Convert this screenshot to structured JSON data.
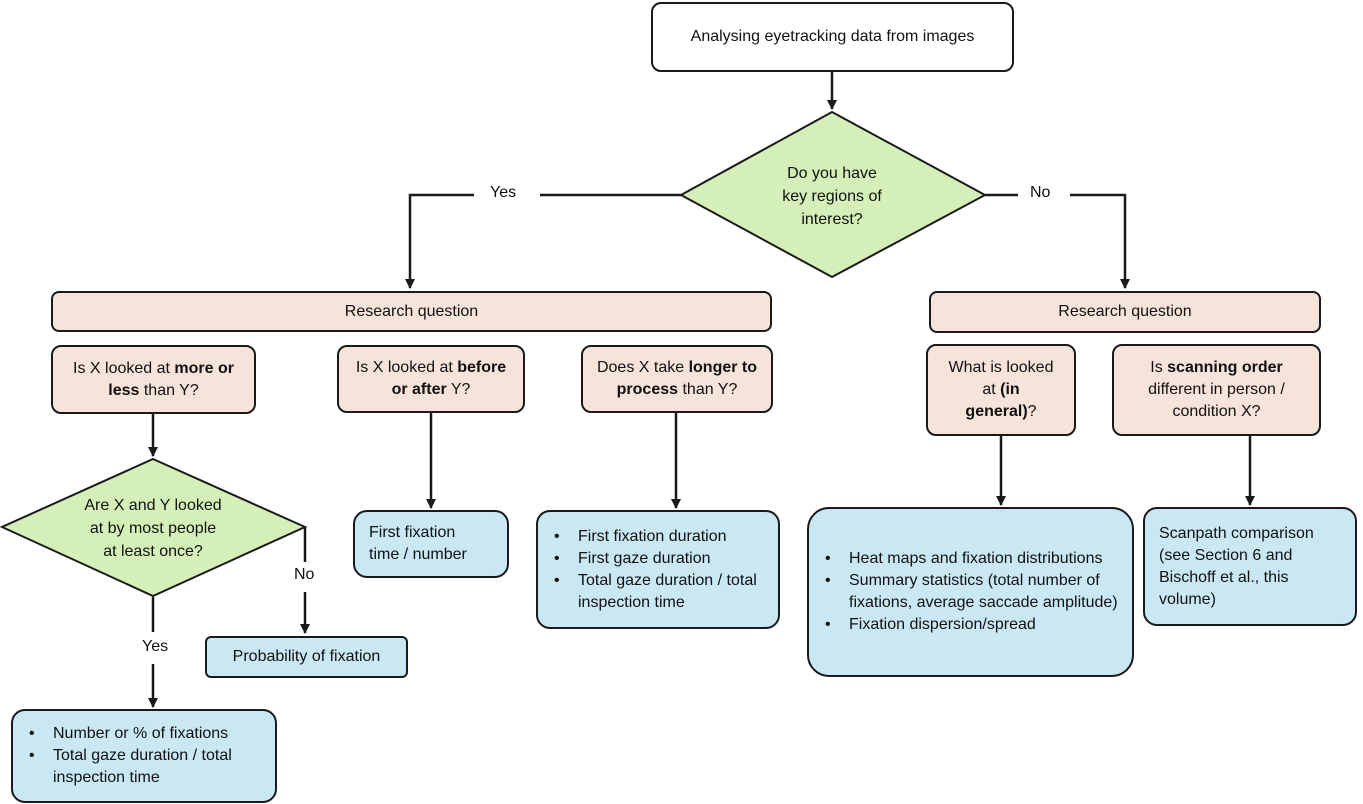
{
  "start": "Analysing eyetracking data from images",
  "decision1": {
    "lines": [
      "Do you have",
      "key regions of",
      "interest?"
    ]
  },
  "yes_label": "Yes",
  "no_label": "No",
  "left": {
    "research_question": "Research question",
    "q1": {
      "pre": "Is X looked at ",
      "bold": "more or less",
      "post": " than Y?"
    },
    "q2": {
      "pre": "Is X looked at ",
      "bold": "before or after",
      "post": " Y?"
    },
    "q3": {
      "pre": "Does X take ",
      "bold": "longer to process",
      "post": " than Y?"
    },
    "decision2": {
      "lines": [
        "Are X and Y looked",
        "at by most people",
        "at least once?"
      ]
    },
    "yes_label": "Yes",
    "no_label": "No",
    "r_probability": "Probability of fixation",
    "r_first_fix": "First fixation time / number",
    "r_durations": [
      "First fixation duration",
      "First gaze duration",
      "Total gaze duration / total inspection time"
    ],
    "r_counts": [
      "Number or % of fixations",
      "Total gaze duration / total inspection time"
    ]
  },
  "right": {
    "research_question": "Research question",
    "q4": {
      "pre": "What is looked at ",
      "bold": "(in general)",
      "post": "?"
    },
    "q5": {
      "pre": "Is ",
      "bold": "scanning order",
      "post": " different in person / condition X?"
    },
    "r_heatmaps": [
      "Heat maps and fixation distributions",
      "Summary statistics (total number of fixations, average saccade amplitude)",
      "Fixation dispersion/spread"
    ],
    "r_scanpath": "Scanpath comparison (see Section 6 and Bischoff et al., this volume)"
  },
  "colors": {
    "decision": "#d4f0b8",
    "question": "#f6e4da",
    "result": "#c9e8f4",
    "stroke": "#1a1a1a"
  }
}
